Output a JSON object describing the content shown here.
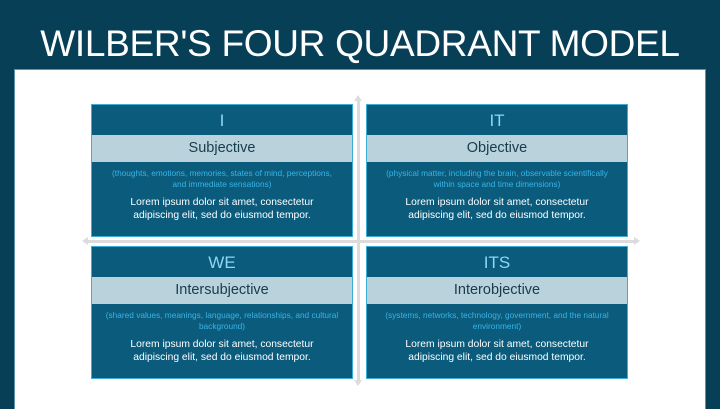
{
  "title": "WILBER'S FOUR QUADRANT MODEL",
  "colors": {
    "background": "#073f57",
    "card": "#0a5b7c",
    "card_border": "#3aaed6",
    "band": "#b9d2dc",
    "label_text": "#8fd6f2",
    "desc_text": "#3ab4e6",
    "axis": "#dcdcdc"
  },
  "quadrants": [
    {
      "label": "I",
      "name": "Subjective",
      "description": "(thoughts, emotions, memories, states of mind, perceptions, and immediate sensations)",
      "body": "Lorem ipsum dolor sit amet, consectetur adipiscing elit, sed do eiusmod tempor."
    },
    {
      "label": "IT",
      "name": "Objective",
      "description": "(physical matter, including the brain, observable scientifically within space and time dimensions)",
      "body": "Lorem ipsum dolor sit amet, consectetur adipiscing elit, sed do eiusmod tempor."
    },
    {
      "label": "WE",
      "name": "Intersubjective",
      "description": "(shared values, meanings, language, relationships, and cultural background)",
      "body": "Lorem ipsum dolor sit amet, consectetur adipiscing elit, sed do eiusmod tempor."
    },
    {
      "label": "ITS",
      "name": "Interobjective",
      "description": "(systems, networks, technology, government, and the natural environment)",
      "body": "Lorem ipsum dolor sit amet, consectetur adipiscing elit, sed do eiusmod tempor."
    }
  ]
}
